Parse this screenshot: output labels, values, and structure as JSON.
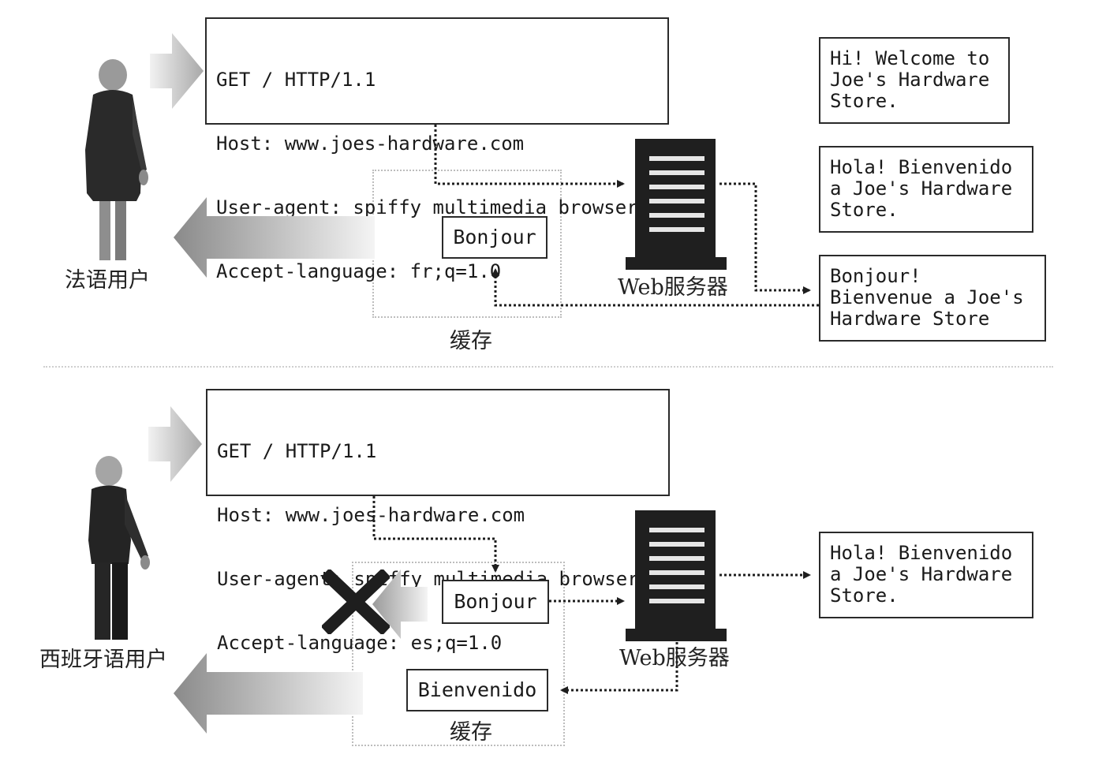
{
  "scenario_french": {
    "request_lines": [
      "GET / HTTP/1.1",
      "Host: www.joes-hardware.com",
      "User-agent: spiffy multimedia browser",
      "Accept-language: fr;q=1.0"
    ],
    "user_label": "法语用户",
    "cache_label": "缓存",
    "cached_item": "Bonjour",
    "server_label": "Web服务器",
    "variants": [
      [
        "Hi! Welcome to",
        "Joe's Hardware",
        "Store."
      ],
      [
        "Hola! Bienvenido",
        "a Joe's Hardware",
        "Store."
      ],
      [
        "Bonjour!",
        "Bienvenue a Joe's",
        "Hardware Store"
      ]
    ]
  },
  "scenario_spanish": {
    "request_lines": [
      "GET / HTTP/1.1",
      "Host: www.joes-hardware.com",
      "User-agent: spiffy multimedia browser",
      "Accept-language: es;q=1.0"
    ],
    "user_label": "西班牙语用户",
    "cache_label": "缓存",
    "cached_item": "Bonjour",
    "new_cached_item": "Bienvenido",
    "server_label": "Web服务器",
    "variant": [
      "Hola! Bienvenido",
      "a Joe's Hardware",
      "Store."
    ]
  }
}
